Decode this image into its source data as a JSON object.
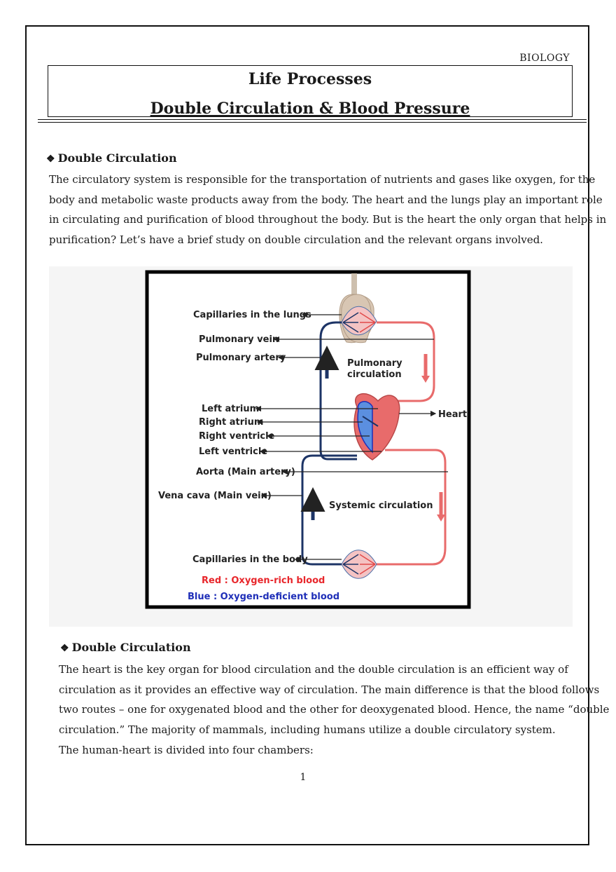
{
  "header": {
    "subject": "BIOLOGY",
    "title": "Life Processes",
    "subtitle": "Double Circulation & Blood Pressure"
  },
  "section1": {
    "heading": "Double Circulation",
    "lines": [
      "The circulatory system is responsible for the transportation of nutrients and gases like oxygen, for the",
      "body and metabolic waste products away from the body. The heart and the lungs play an important role",
      "in circulating and purification of blood throughout the body. But is the heart the only organ that helps in",
      "purification? Let’s have a brief study on double circulation and the relevant organs involved."
    ]
  },
  "diagram": {
    "labels": {
      "capillaries_lungs": "Capillaries in the lungs",
      "pulmonary_vein": "Pulmonary vein",
      "pulmonary_artery": "Pulmonary artery",
      "pulmonary_circulation_1": "Pulmonary",
      "pulmonary_circulation_2": "circulation",
      "left_atrium": "Left atrium",
      "right_atrium": "Right atrium",
      "right_ventricle": "Right ventricle",
      "left_ventricle": "Left ventricle",
      "heart": "Heart",
      "aorta": "Aorta (Main artery)",
      "vena_cava": "Vena cava (Main vein)",
      "systemic_circulation": "Systemic circulation",
      "capillaries_body": "Capillaries in the body",
      "legend_red": "Red : Oxygen-rich blood",
      "legend_blue": "Blue : Oxygen-deficient blood"
    },
    "colors": {
      "red": "#e8262b",
      "blue": "#1f2fb8",
      "vessel_red": "#e86b6b",
      "vessel_blue": "#1d3466"
    }
  },
  "section2": {
    "heading": "Double Circulation",
    "lines": [
      "The heart is the key organ for blood circulation and the double circulation is an efficient way of",
      "circulation as it provides an effective way of circulation. The main difference is that the blood follows",
      "two routes – one for oxygenated blood and the other for deoxygenated blood. Hence, the name “double",
      "circulation.” The majority of mammals, including humans utilize a double circulatory system.",
      "The human-heart is divided into four chambers:"
    ]
  },
  "footer": {
    "page_number": "1"
  }
}
